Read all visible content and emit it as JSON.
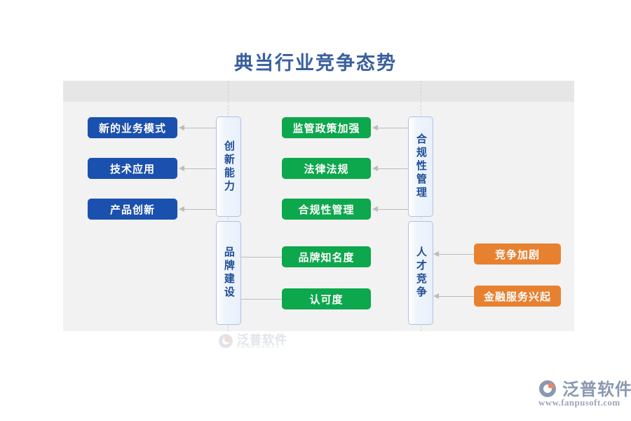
{
  "page": {
    "title": "典当行业竞争态势",
    "title_color": "#3a5f9e",
    "background": "#ffffff"
  },
  "panel": {
    "background": "#f2f2f2",
    "header_strip_color": "#e6e6e6",
    "guide_color": "#cfcfcf"
  },
  "palette": {
    "blue": "#1b51ae",
    "green": "#0da84d",
    "orange": "#e8812f",
    "category_border": "#a9c4e6",
    "category_text": "#1f4e96",
    "connector": "#bcbcbc"
  },
  "categories": [
    {
      "id": "innovation",
      "label": "创新能力"
    },
    {
      "id": "compliance",
      "label": "合规性管理"
    },
    {
      "id": "brand",
      "label": "品牌建设"
    },
    {
      "id": "talent",
      "label": "人才竞争"
    }
  ],
  "leaves": {
    "innovation": [
      {
        "label": "新的业务模式",
        "color": "blue"
      },
      {
        "label": "技术应用",
        "color": "blue"
      },
      {
        "label": "产品创新",
        "color": "blue"
      }
    ],
    "compliance": [
      {
        "label": "监管政策加强",
        "color": "green"
      },
      {
        "label": "法律法规",
        "color": "green"
      },
      {
        "label": "合规性管理",
        "color": "green"
      }
    ],
    "brand": [
      {
        "label": "品牌知名度",
        "color": "green"
      },
      {
        "label": "认可度",
        "color": "green"
      }
    ],
    "talent": [
      {
        "label": "竞争加剧",
        "color": "orange"
      },
      {
        "label": "金融服务兴起",
        "color": "orange"
      }
    ]
  },
  "watermark": {
    "name": "泛普软件",
    "sub": "FANPUSOFT"
  },
  "brand_logo": {
    "name": "泛普软件",
    "url": "www.fanpusoft.com"
  }
}
